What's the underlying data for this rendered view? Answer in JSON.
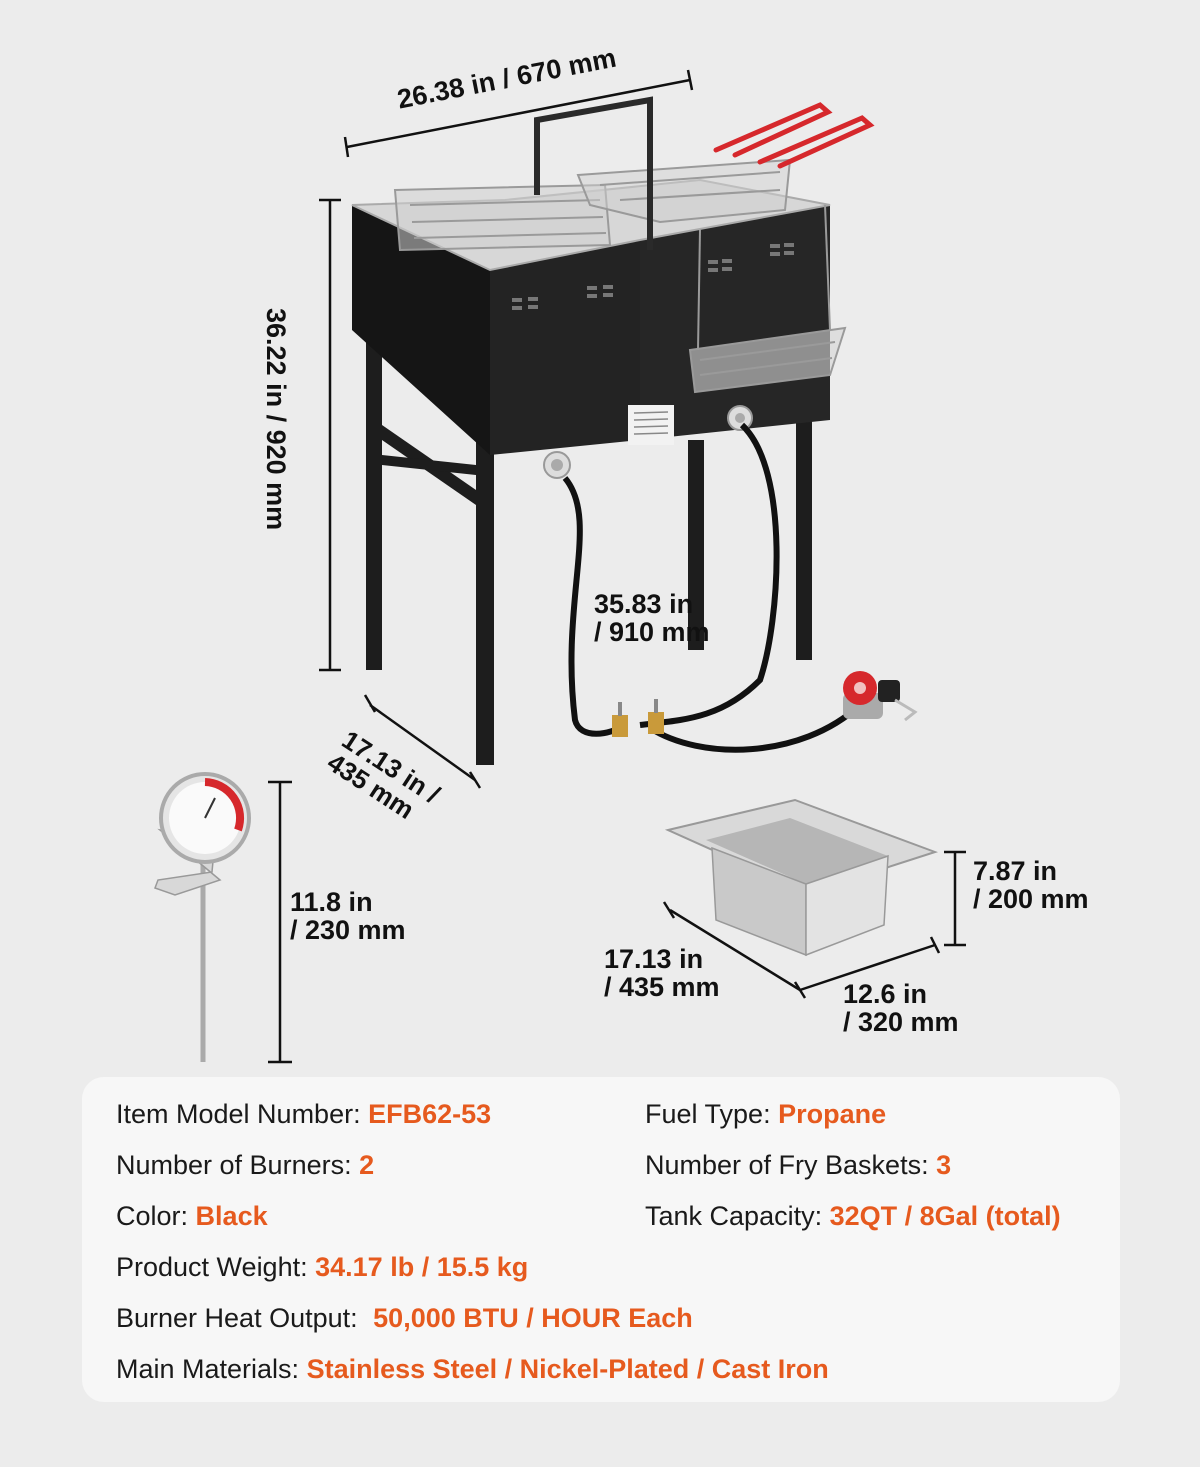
{
  "dimensions": {
    "fryer_width": "26.38 in / 670 mm",
    "fryer_height": "36.22 in / 920 mm",
    "fryer_depth_line1": "17.13 in /",
    "fryer_depth_line2": "435 mm",
    "hose_length_line1": "35.83 in",
    "hose_length_line2": "/ 910 mm",
    "thermometer_length_line1": "11.8 in",
    "thermometer_length_line2": "/ 230 mm",
    "pot_height_line1": "7.87 in",
    "pot_height_line2": "/ 200 mm",
    "pot_length_line1": "17.13 in",
    "pot_length_line2": "/ 435 mm",
    "pot_width_line1": "12.6 in",
    "pot_width_line2": "/ 320 mm"
  },
  "specs": [
    {
      "label": "Item Model Number:",
      "value": "EFB62-53"
    },
    {
      "label": "Fuel Type:",
      "value": "Propane"
    },
    {
      "label": "Number of Burners:",
      "value": "2"
    },
    {
      "label": "Number of Fry Baskets:",
      "value": "3"
    },
    {
      "label": "Color:",
      "value": "Black"
    },
    {
      "label": "Tank Capacity:",
      "value": "32QT / 8Gal (total)"
    },
    {
      "label": "Product Weight:",
      "value": "34.17 lb / 15.5 kg"
    },
    {
      "label": "Burner Heat Output:",
      "value": "50,000 BTU / HOUR Each"
    },
    {
      "label": "Main Materials:",
      "value": "Stainless Steel / Nickel-Plated / Cast Iron"
    }
  ],
  "colors": {
    "accent": "#e65a1e",
    "body": "#1d1d1d",
    "handle": "#d6282c",
    "background": "#ececec"
  }
}
